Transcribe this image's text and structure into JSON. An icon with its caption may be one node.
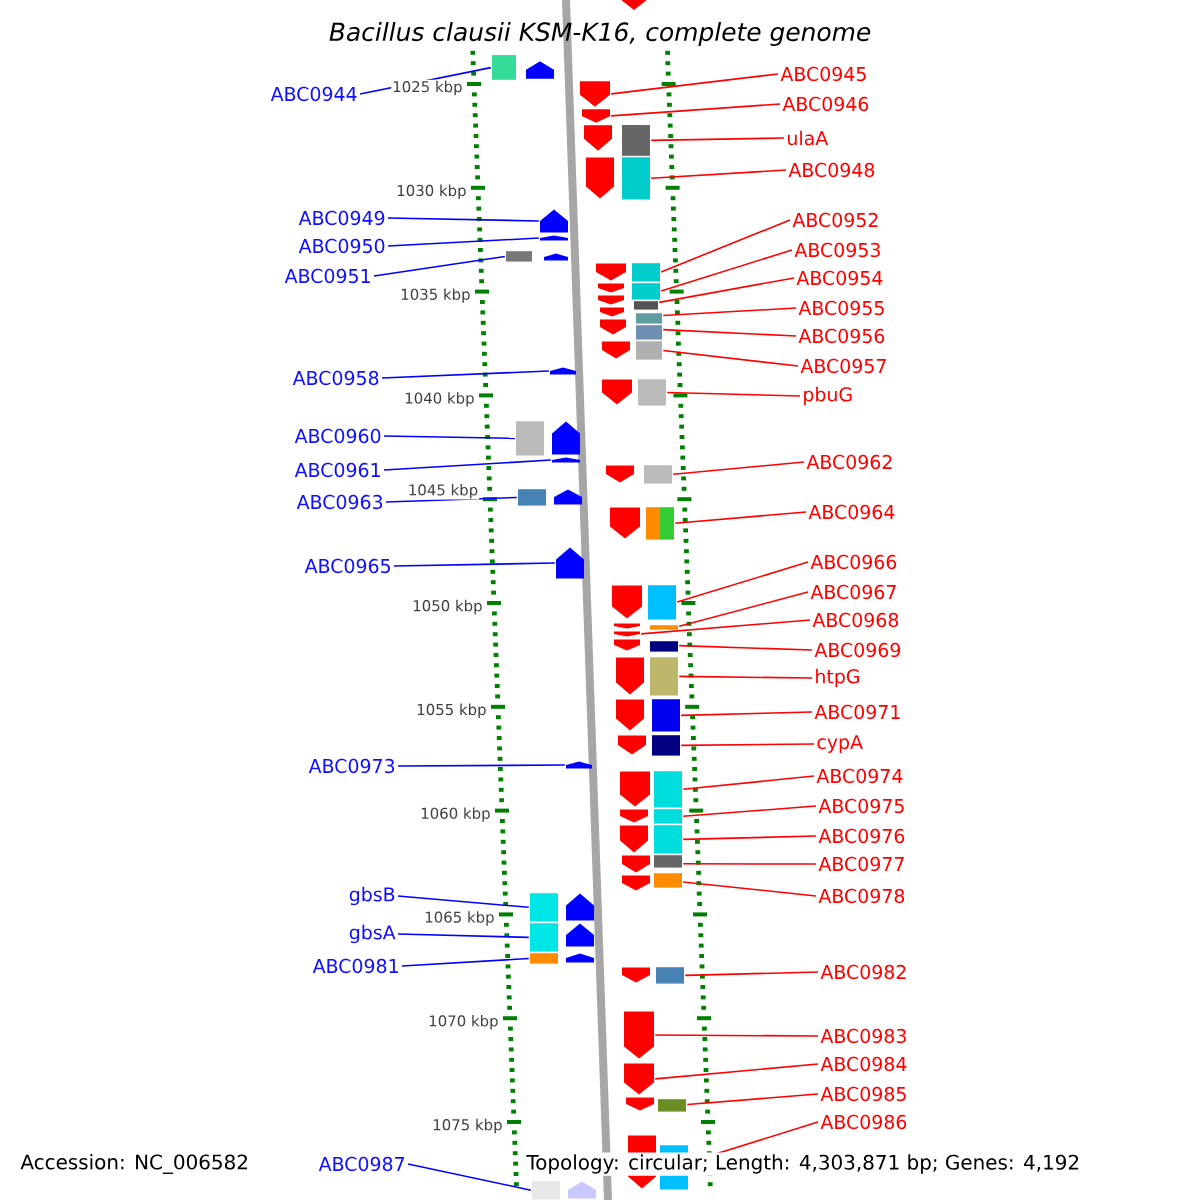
{
  "diagram": {
    "title": "*Bacillus clausii* KSM-K16, complete genome",
    "nodes": [
      {
        "text": [
          "ABC0945"
        ]
      },
      {
        "text": [
          "ABC0944"
        ]
      },
      {
        "text": [
          "ABC0946"
        ]
      },
      {
        "text": [
          "ulaA"
        ]
      },
      {
        "text": [
          "ABC0948"
        ]
      },
      {
        "text": [
          "ABC0949"
        ]
      },
      {
        "text": [
          "ABC0952"
        ]
      },
      {
        "text": [
          "ABC0950"
        ]
      },
      {
        "text": [
          "ABC0953"
        ]
      },
      {
        "text": [
          "ABC0951"
        ]
      },
      {
        "text": [
          "ABC0954"
        ]
      },
      {
        "text": [
          "ABC0955"
        ]
      },
      {
        "text": [
          "ABC0956"
        ]
      },
      {
        "text": [
          "ABC0957"
        ]
      },
      {
        "text": [
          "ABC0958"
        ]
      },
      {
        "text": [
          "pbuG"
        ]
      },
      {
        "text": [
          "ABC0960"
        ]
      },
      {
        "text": [
          "ABC0962"
        ]
      },
      {
        "text": [
          "ABC0961"
        ]
      },
      {
        "text": [
          "ABC0963"
        ]
      },
      {
        "text": [
          "ABC0964"
        ]
      },
      {
        "text": [
          "ABC0966"
        ]
      },
      {
        "text": [
          "ABC0965"
        ]
      },
      {
        "text": [
          "ABC0967"
        ]
      },
      {
        "text": [
          "ABC0968"
        ]
      },
      {
        "text": [
          "ABC0969"
        ]
      },
      {
        "text": [
          "htpG"
        ]
      },
      {
        "text": [
          "ABC0971"
        ]
      },
      {
        "text": [
          "cypA"
        ]
      },
      {
        "text": [
          "ABC0973"
        ]
      },
      {
        "text": [
          "ABC0974"
        ]
      },
      {
        "text": [
          "ABC0975"
        ]
      },
      {
        "text": [
          "ABC0976"
        ]
      },
      {
        "text": [
          "ABC0977"
        ]
      },
      {
        "text": [
          "gbsB"
        ]
      },
      {
        "text": [
          "ABC0978"
        ]
      },
      {
        "text": [
          "gbsA"
        ]
      },
      {
        "text": [
          "ABC0981"
        ]
      },
      {
        "text": [
          "ABC0982"
        ]
      },
      {
        "text": [
          "ABC0983"
        ]
      },
      {
        "text": [
          "ABC0984"
        ]
      },
      {
        "text": [
          "ABC0985"
        ]
      },
      {
        "text": [
          "ABC0986"
        ]
      },
      {
        "text": [
          "ABC0987"
        ]
      },
      {
        "text": [],
        "shape": "arrow"
      },
      {
        "text": [],
        "shape": "arrow"
      },
      {
        "text": [],
        "shape": "arrow"
      },
      {
        "text": [],
        "shape": "arrow"
      },
      {
        "text": [],
        "shape": "arrow"
      },
      {
        "text": [],
        "shape": "arrow"
      },
      {
        "text": [],
        "shape": "arrow"
      },
      {
        "text": [],
        "shape": "arrow"
      },
      {
        "text": [],
        "shape": "arrow"
      },
      {
        "text": [],
        "shape": "arrow"
      },
      {
        "text": [],
        "shape": "arrow"
      },
      {
        "text": [],
        "shape": "arrow"
      },
      {
        "text": [],
        "shape": "arrow"
      },
      {
        "text": [],
        "shape": "arrow"
      },
      {
        "text": [],
        "shape": "arrow"
      },
      {
        "text": [],
        "shape": "arrow"
      },
      {
        "text": [],
        "shape": "arrow"
      },
      {
        "text": [],
        "shape": "arrow"
      },
      {
        "text": [],
        "shape": "arrow"
      },
      {
        "text": [],
        "shape": "arrow"
      },
      {
        "text": [],
        "shape": "arrow"
      },
      {
        "text": [],
        "shape": "arrow"
      },
      {
        "text": [],
        "shape": "arrow"
      },
      {
        "text": [],
        "shape": "arrow"
      },
      {
        "text": [],
        "shape": "arrow"
      },
      {
        "text": [],
        "shape": "arrow"
      },
      {
        "text": [],
        "shape": "arrow"
      },
      {
        "text": [],
        "shape": "arrow"
      },
      {
        "text": [],
        "shape": "arrow"
      },
      {
        "text": [],
        "shape": "arrow"
      },
      {
        "text": [],
        "shape": "arrow"
      },
      {
        "text": [],
        "shape": "arrow"
      },
      {
        "text": [],
        "shape": "arrow"
      },
      {
        "text": [],
        "shape": "arrow"
      },
      {
        "text": [],
        "shape": "arrow"
      },
      {
        "text": [],
        "shape": "arrow"
      },
      {
        "text": [],
        "shape": "arrow"
      },
      {
        "text": [],
        "shape": "arrow"
      },
      {
        "text": [],
        "shape": "arrow"
      },
      {
        "text": [],
        "shape": "arrow"
      },
      {
        "text": [],
        "shape": "arrow"
      },
      {
        "text": [],
        "shape": "arrow"
      },
      {
        "text": [],
        "shape": "arrow"
      },
      {
        "text": [],
        "shape": "arrow"
      },
      {
        "text": [],
        "shape": "arrow"
      },
      {
        "text": [],
        "shape": "arrow"
      },
      {
        "text": [],
        "shape": "arrow"
      },
      {
        "text": [],
        "shape": "arrow"
      }
    ],
    "edges": [
      {
        "from": 0,
        "to": 45,
        "arrow": "none"
      },
      {
        "from": 1,
        "to": 44,
        "arrow": "none",
        "color": "#0000ff"
      },
      {
        "from": 2,
        "to": 46,
        "arrow": "none"
      },
      {
        "from": 3,
        "to": 47,
        "arrow": "none"
      },
      {
        "from": 4,
        "to": 48,
        "arrow": "none"
      },
      {
        "from": 5,
        "to": 49,
        "arrow": "none",
        "color": "#0000ff"
      },
      {
        "from": 6,
        "to": 52,
        "arrow": "none"
      },
      {
        "from": 7,
        "to": 50,
        "arrow": "none",
        "color": "#0000ff"
      },
      {
        "from": 8,
        "to": 53,
        "arrow": "none"
      },
      {
        "from": 9,
        "to": 51,
        "arrow": "none",
        "color": "#0000ff"
      },
      {
        "from": 10,
        "to": 54,
        "arrow": "none"
      },
      {
        "from": 11,
        "to": 55,
        "arrow": "none"
      },
      {
        "from": 12,
        "to": 56,
        "arrow": "none"
      },
      {
        "from": 13,
        "to": 57,
        "arrow": "none"
      },
      {
        "from": 14,
        "to": 58,
        "arrow": "none",
        "color": "#0000ff"
      },
      {
        "from": 15,
        "to": 59,
        "arrow": "none"
      },
      {
        "from": 16,
        "to": 60,
        "arrow": "none",
        "color": "#0000ff"
      },
      {
        "from": 17,
        "to": 62,
        "arrow": "none"
      },
      {
        "from": 18,
        "to": 61,
        "arrow": "none",
        "color": "#0000ff"
      },
      {
        "from": 19,
        "to": 63,
        "arrow": "none",
        "color": "#0000ff"
      },
      {
        "from": 20,
        "to": 64,
        "arrow": "none"
      },
      {
        "from": 21,
        "to": 66,
        "arrow": "none"
      },
      {
        "from": 22,
        "to": 65,
        "arrow": "none",
        "color": "#0000ff"
      },
      {
        "from": 23,
        "to": 67,
        "arrow": "none"
      },
      {
        "from": 24,
        "to": 68,
        "arrow": "none"
      },
      {
        "from": 25,
        "to": 69,
        "arrow": "none"
      },
      {
        "from": 26,
        "to": 70,
        "arrow": "none"
      },
      {
        "from": 27,
        "to": 71,
        "arrow": "none"
      },
      {
        "from": 28,
        "to": 72,
        "arrow": "none"
      },
      {
        "from": 29,
        "to": 73,
        "arrow": "none",
        "color": "#0000ff"
      },
      {
        "from": 30,
        "to": 74,
        "arrow": "none"
      },
      {
        "from": 31,
        "to": 75,
        "arrow": "none"
      },
      {
        "from": 32,
        "to": 76,
        "arrow": "none"
      },
      {
        "from": 33,
        "to": 77,
        "arrow": "none"
      },
      {
        "from": 34,
        "to": 79,
        "arrow": "none",
        "color": "#0000ff"
      },
      {
        "from": 35,
        "to": 78,
        "arrow": "none"
      },
      {
        "from": 36,
        "to": 80,
        "arrow": "none",
        "color": "#0000ff"
      },
      {
        "from": 37,
        "to": 81,
        "arrow": "none",
        "color": "#0000ff"
      },
      {
        "from": 38,
        "to": 82,
        "arrow": "none"
      },
      {
        "from": 39,
        "to": 83,
        "arrow": "none"
      },
      {
        "from": 40,
        "to": 84,
        "arrow": "none"
      },
      {
        "from": 41,
        "to": 85,
        "arrow": "none"
      },
      {
        "from": 42,
        "to": 86,
        "arrow": "none"
      },
      {
        "from": 43,
        "to": 87,
        "arrow": "none",
        "color": "#0000ff"
      }
    ],
    "labels": [
      "1025 kbp",
      "1030 kbp",
      "1035 kbp",
      "1040 kbp",
      "1045 kbp",
      "1050 kbp",
      "1055 kbp",
      "1060 kbp",
      "1065 kbp",
      "1070 kbp",
      "1075 kbp",
      "Accession: NC_006582",
      "Topology: circular; Length: 4,303,871 bp; Genes: 4,192"
    ]
  }
}
